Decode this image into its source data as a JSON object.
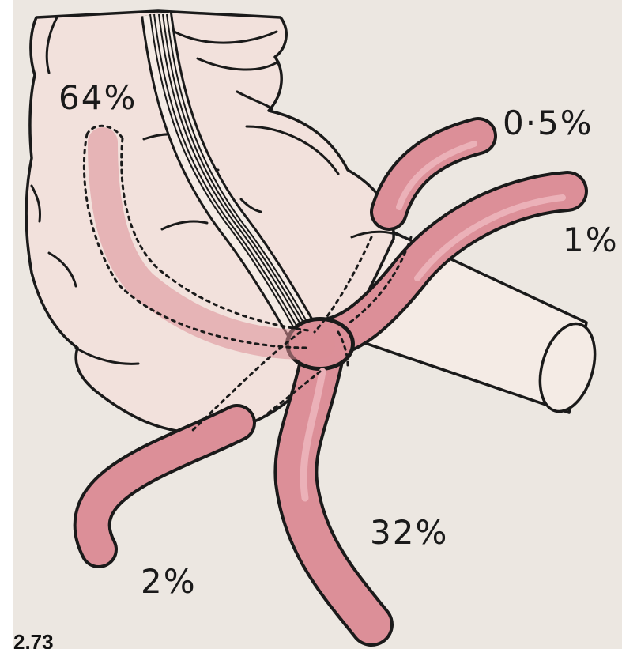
{
  "figure_number": "2.73",
  "labels": {
    "upper_left": "64%",
    "upper_right_top": "0·5%",
    "right": "1%",
    "bottom_right": "32%",
    "bottom_left": "2%"
  },
  "colors": {
    "paper": "#ece7e1",
    "paper_edge": "#ffffff",
    "organ_fill": "#f2e1dc",
    "vessel_fill": "#dc8f98",
    "vessel_highlight": "#ebb1b8",
    "tube_fill": "#f4ebe5",
    "outline": "#1a1a1a"
  }
}
